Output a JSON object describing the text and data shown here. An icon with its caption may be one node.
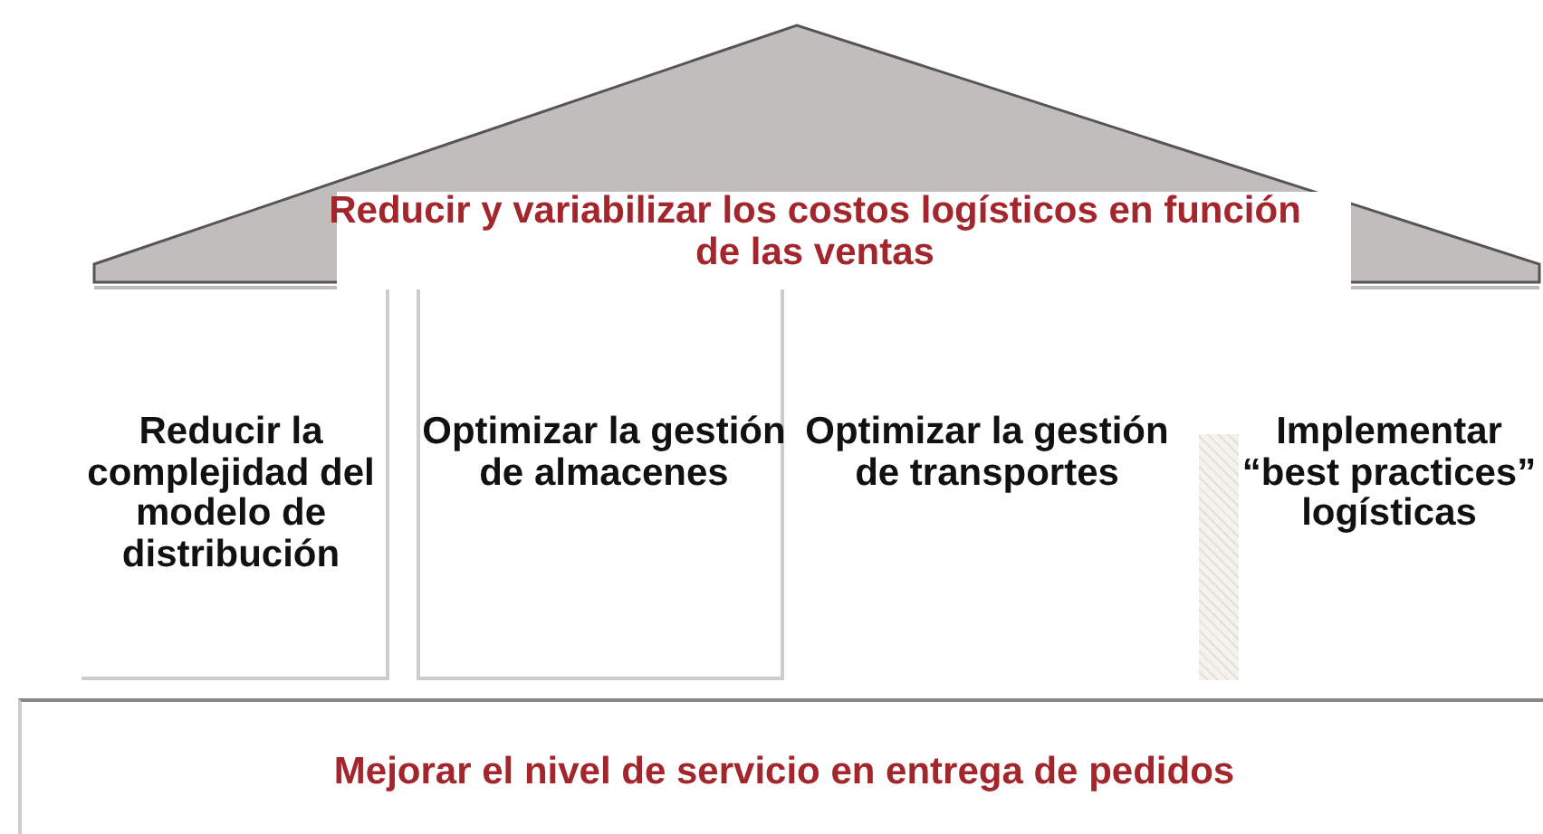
{
  "diagram": {
    "nodes": [
      {
        "text": [
          "Reducir y variabilizar los costos logísticos en función de las ventas"
        ]
      },
      {
        "text": [
          "Reducir la complejidad del modelo de distribución"
        ]
      },
      {
        "text": [
          "Optimizar la gestión de almacenes"
        ]
      },
      {
        "text": [
          "Optimizar la gestión de transportes"
        ]
      },
      {
        "text": [
          "Implementar “best practices” logísticas"
        ]
      },
      {
        "text": [
          "Mejorar el nivel de servicio en entrega de pedidos"
        ]
      }
    ]
  }
}
